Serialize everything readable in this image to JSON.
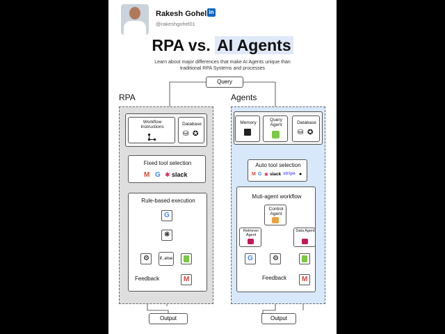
{
  "author": {
    "name": "Rakesh Gohel",
    "handle": "@rakeshgohel01"
  },
  "title": {
    "part1": "RPA vs.",
    "part2": "AI Agents"
  },
  "subtitle": {
    "line1": "Learn about major differences that make AI Agents unique than",
    "line2": "traditional RPA Systems and processes"
  },
  "query_label": "Query",
  "output_label": "Output",
  "rpa": {
    "heading": "RPA",
    "workflow_label": "Workflow Instructions",
    "database_label": "Database",
    "fixed_tool_label": "Fixed tool selection",
    "slack_text": "slack",
    "rule_label": "Rule-based execution",
    "ifelse_label": "if..else",
    "feedback_label": "Feedback"
  },
  "agents": {
    "heading": "Agents",
    "memory_label": "Memory",
    "query_agent_label": "Query Agent",
    "database_label": "Database",
    "auto_tool_label": "Auto tool selection",
    "slack_text": "slack",
    "stripe_text": "stripe",
    "multi_label": "Muti-agent workflow",
    "control_agent_label": "Control Agent",
    "retriever_label": "Retriever Agent",
    "data_agent_label": "Data Agent",
    "feedback_label": "Feedback"
  },
  "colors": {
    "rpa_bg": "#dedede",
    "agents_bg": "#d8e8fb",
    "green": "#7ac943",
    "highlight": "#dfe9f7"
  }
}
